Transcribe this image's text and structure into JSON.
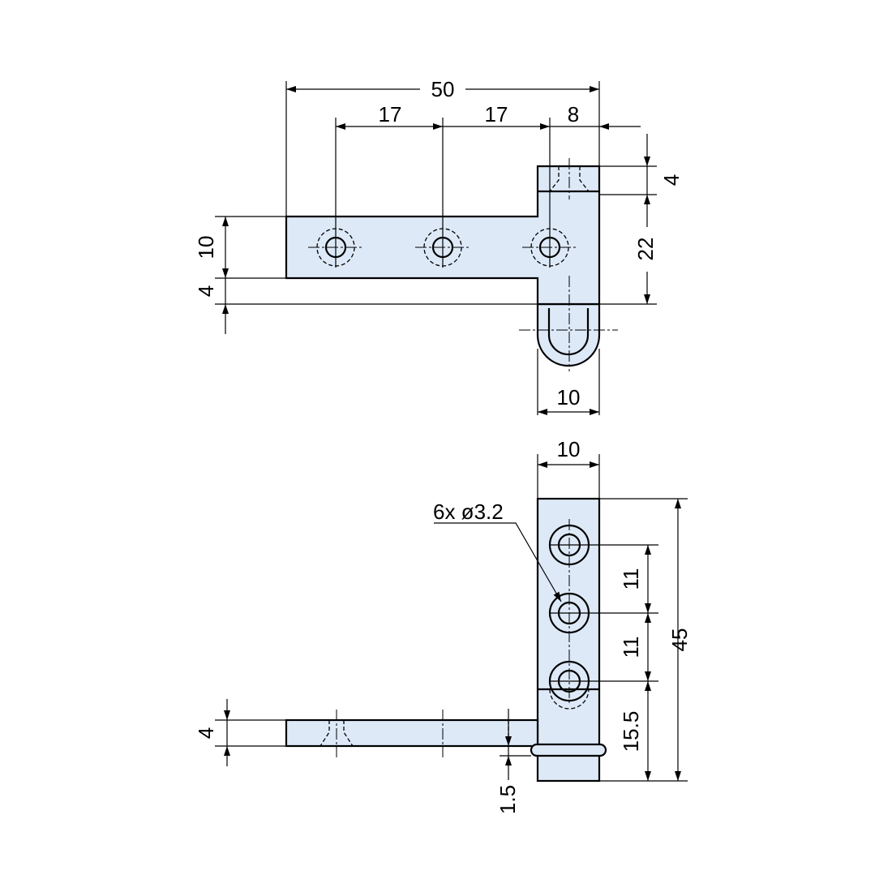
{
  "dimensions": {
    "top_overall_width": "50",
    "top_pitch_1": "17",
    "top_pitch_2": "17",
    "top_end_offset": "8",
    "top_tab_height": "4",
    "top_pivot_height": "22",
    "top_plate_width": "10",
    "top_plate_offset": "4",
    "top_knuckle_width": "10",
    "front_leaf_width": "10",
    "front_hole_callout": "6x ø3.2",
    "front_pitch_1": "11",
    "front_pitch_2": "11",
    "front_bottom_offset": "15.5",
    "front_overall_height": "45",
    "front_plate_thickness": "4",
    "front_gap": "1.5"
  },
  "colors": {
    "part_fill": "#dde9f7",
    "line": "#000000",
    "background": "#ffffff"
  }
}
